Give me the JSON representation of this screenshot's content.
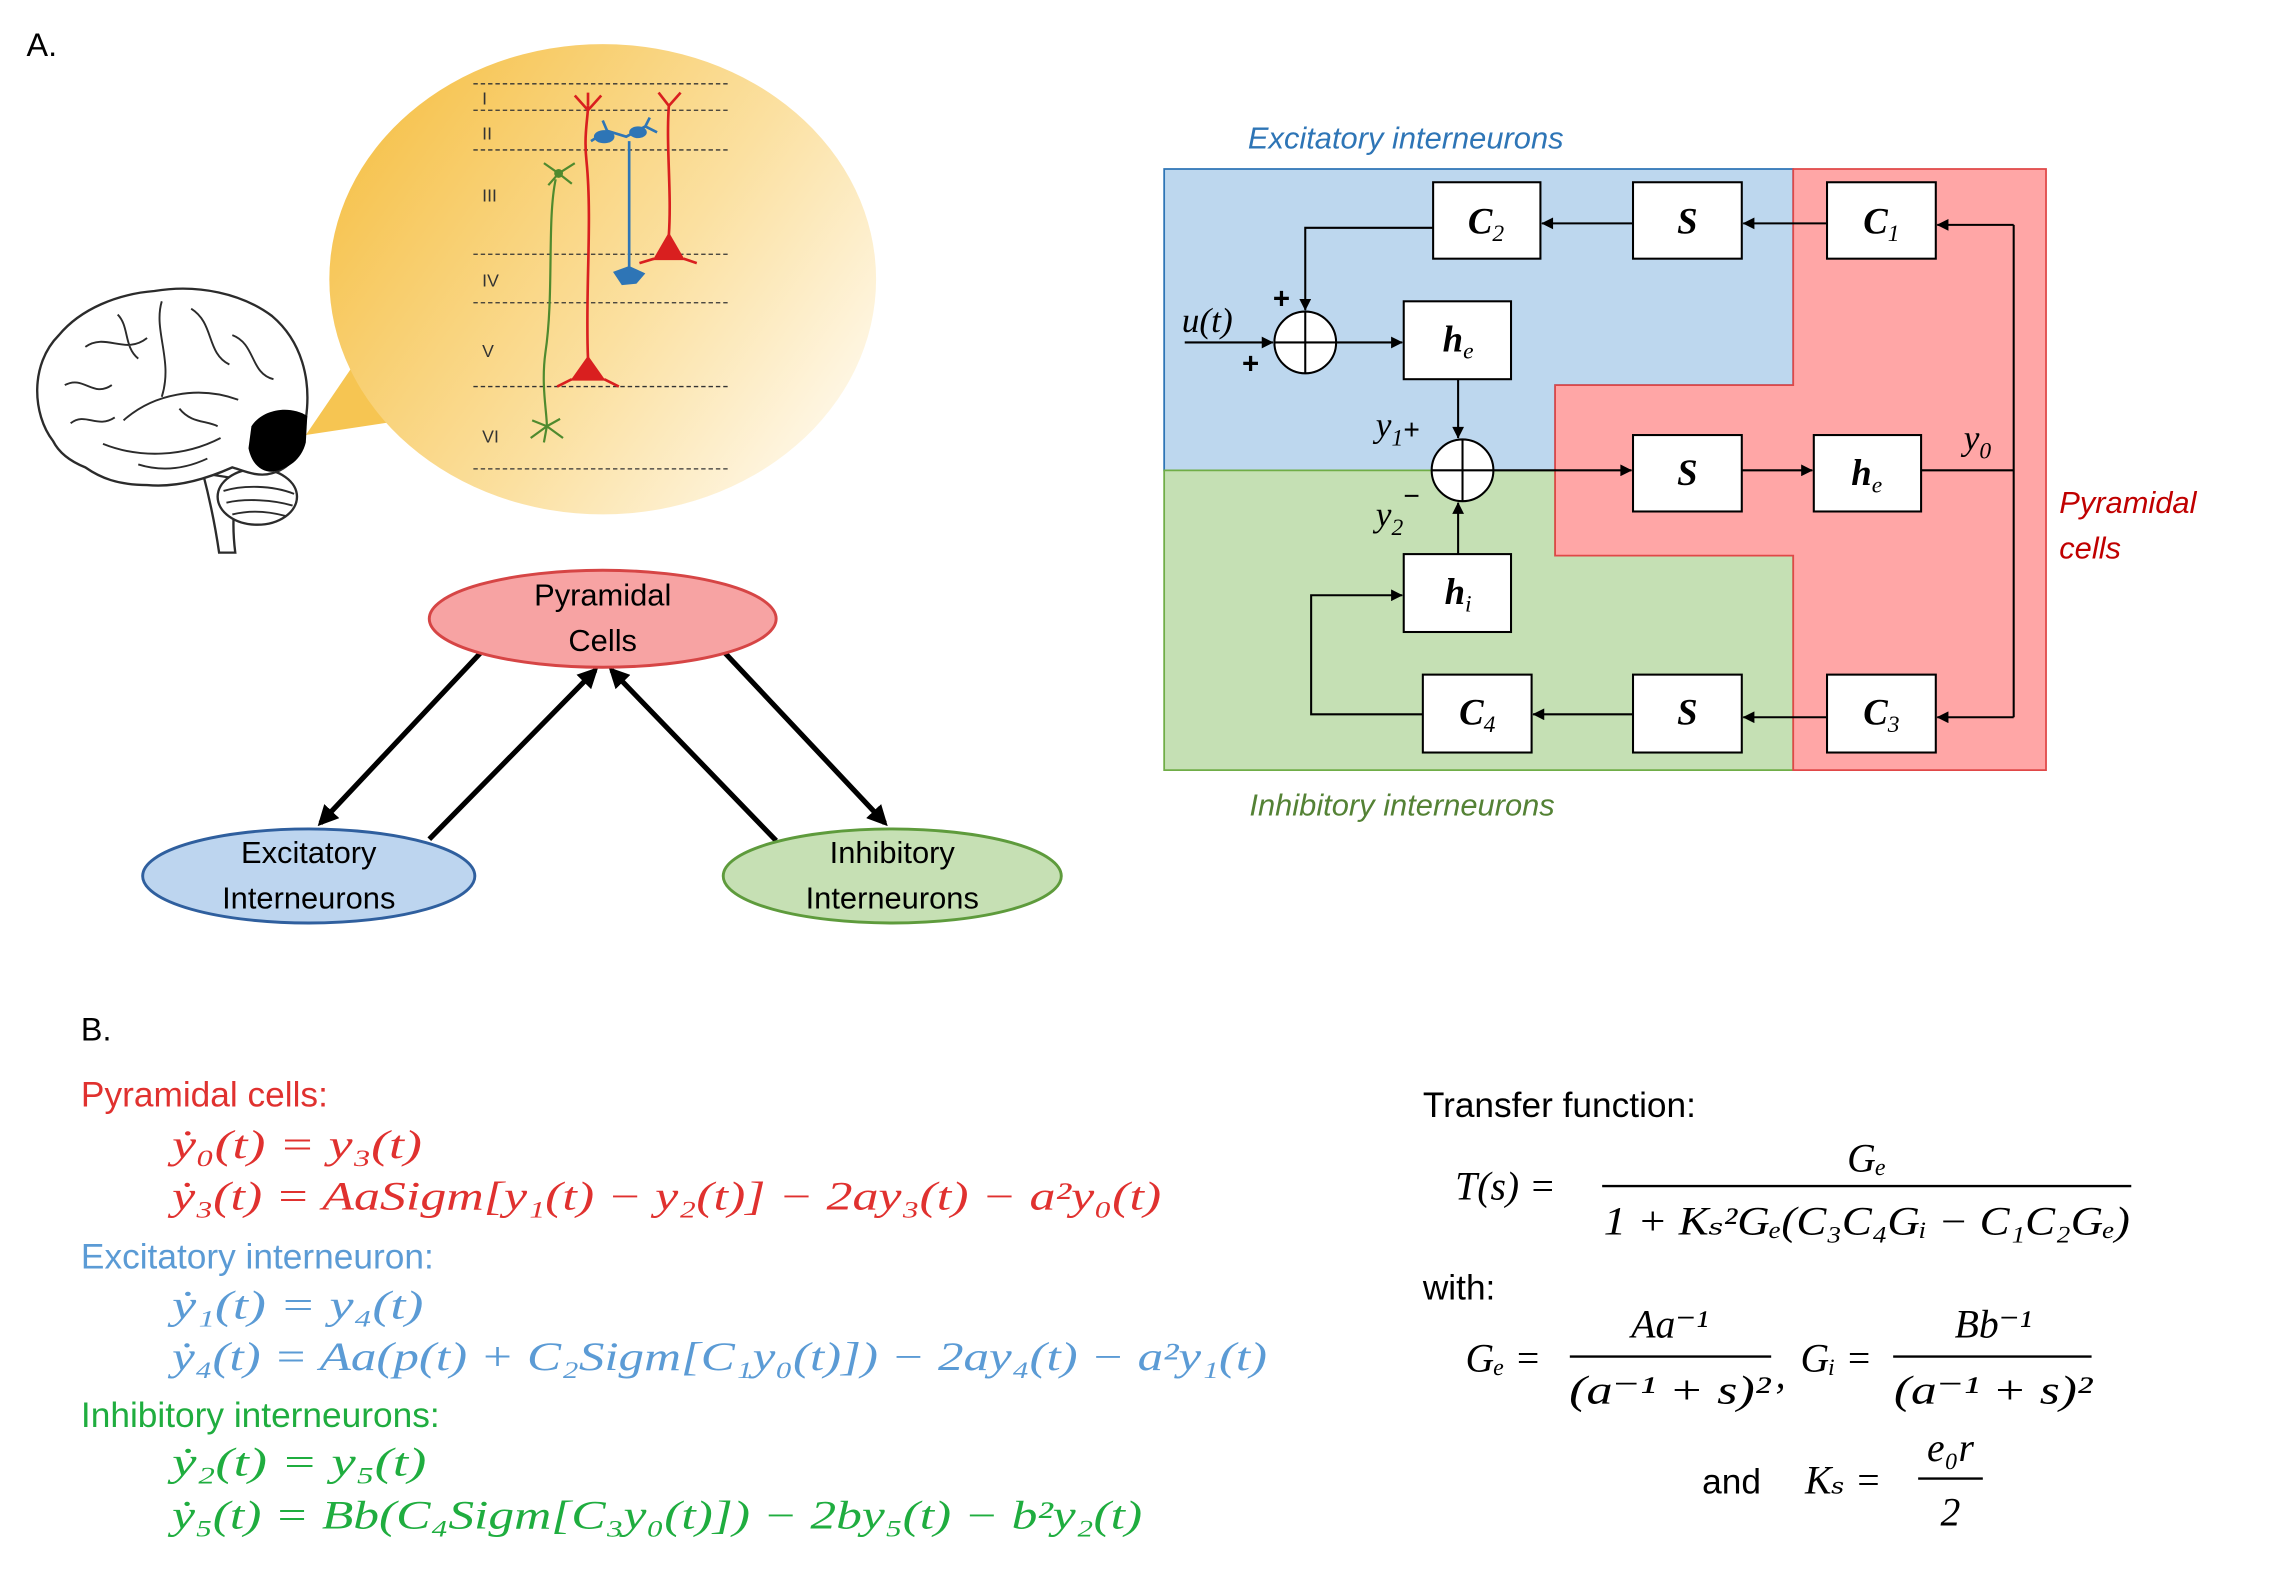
{
  "figure": {
    "panel_a_label": "A.",
    "panel_b_label": "B."
  },
  "cortex_inset": {
    "layers": [
      "I",
      "II",
      "III",
      "IV",
      "V",
      "VI"
    ]
  },
  "population_diagram": {
    "pyramidal": {
      "line1": "Pyramidal",
      "line2": "Cells",
      "fill": "#f7a3a3",
      "stroke": "#d64545"
    },
    "excitatory": {
      "line1": "Excitatory",
      "line2": "Interneurons",
      "fill": "#bdd5ef",
      "stroke": "#2f5f9e"
    },
    "inhibitory": {
      "line1": "Inhibitory",
      "line2": "Interneurons",
      "fill": "#c6e0b4",
      "stroke": "#5e9b3c"
    }
  },
  "block_diagram": {
    "regions": {
      "excitatory": {
        "label": "Excitatory interneurons",
        "fill": "#bdd7ee",
        "color": "#2e75b6"
      },
      "inhibitory": {
        "label": "Inhibitory interneurons",
        "fill": "#c5e0b4",
        "color": "#548235"
      },
      "pyramidal": {
        "label_line1": "Pyramidal",
        "label_line2": "cells",
        "fill": "#ffa6a6",
        "color": "#c00000"
      }
    },
    "blocks": {
      "c1": {
        "symbol": "C",
        "sub": "1"
      },
      "c2": {
        "symbol": "C",
        "sub": "2"
      },
      "c3": {
        "symbol": "C",
        "sub": "3"
      },
      "c4": {
        "symbol": "C",
        "sub": "4"
      },
      "s": {
        "symbol": "S"
      },
      "he": {
        "symbol": "h",
        "sub": "e"
      },
      "hi": {
        "symbol": "h",
        "sub": "i"
      }
    },
    "signals": {
      "input": "u(t)",
      "y0": {
        "symbol": "y",
        "sub": "0"
      },
      "y1": {
        "symbol": "y",
        "sub": "1",
        "sign": "+"
      },
      "y2": {
        "symbol": "y",
        "sub": "2",
        "sign": "−"
      }
    },
    "sum_signs": [
      "+",
      "+"
    ]
  },
  "equations": {
    "sections": [
      {
        "heading": "Pyramidal cells:",
        "color": "#e0312f",
        "lines": [
          "ẏ₀(t) = y₃(t)",
          "ẏ₃(t) = AaSigm[y₁(t) − y₂(t)] − 2ay₃(t) − a²y₀(t)"
        ]
      },
      {
        "heading": "Excitatory interneuron:",
        "color": "#5b9bd5",
        "lines": [
          "ẏ₁(t) = y₄(t)",
          "ẏ₄(t) = Aa(p(t) + C₂Sigm[C₁y₀(t)]) − 2ay₄(t) − a²y₁(t)"
        ]
      },
      {
        "heading": "Inhibitory interneurons:",
        "color": "#1fad3f",
        "lines": [
          "ẏ₂(t) = y₅(t)",
          "ẏ₅(t) = Bb(C₄Sigm[C₃y₀(t)]) − 2by₅(t) − b²y₂(t)"
        ]
      }
    ]
  },
  "transfer_function": {
    "heading": "Transfer function:",
    "lhs": "T(s) =",
    "numerator": "Gₑ",
    "denominator": "1 + Kₛ²Gₑ(C₃C₄Gᵢ − C₁C₂Gₑ)",
    "with_label": "with:",
    "ge": {
      "lhs": "Gₑ =",
      "numerator": "Aa⁻¹",
      "denominator": "(a⁻¹ + s)²"
    },
    "separator": ",",
    "gi": {
      "lhs": "Gᵢ =",
      "numerator": "Bb⁻¹",
      "denominator": "(a⁻¹ + s)²"
    },
    "and_label": "and",
    "ks": {
      "lhs": "Kₛ =",
      "numerator": "e₀r",
      "denominator": "2"
    }
  }
}
